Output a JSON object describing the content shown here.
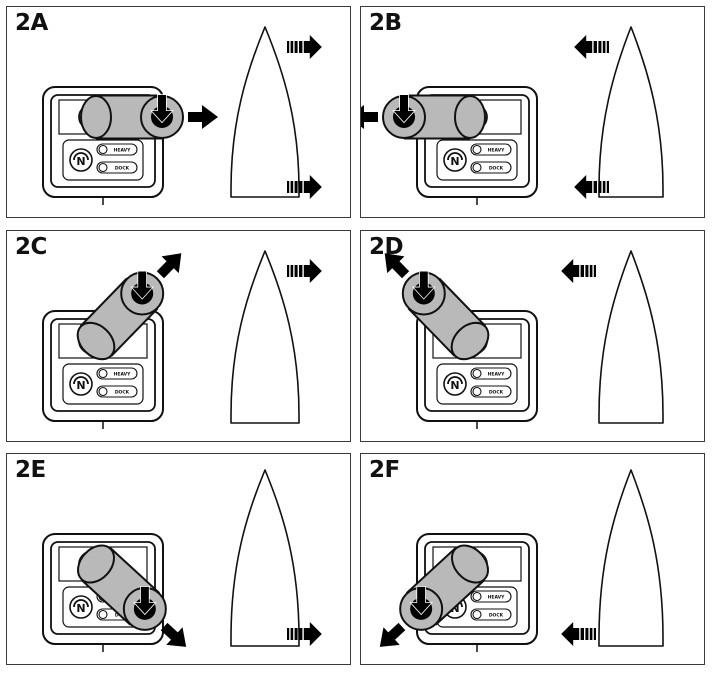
{
  "colors": {
    "outline": "#111111",
    "stick_gray": "#b9b9b9",
    "ball_black": "#000000",
    "panel_border": "#3a3a3a",
    "background": "#ffffff"
  },
  "panels": [
    {
      "label": "2A",
      "stick": "right",
      "vessel_arrows": [
        "right-top",
        "right-bottom"
      ]
    },
    {
      "label": "2B",
      "stick": "left",
      "vessel_arrows": [
        "left-top",
        "left-bottom"
      ]
    },
    {
      "label": "2C",
      "stick": "up-right",
      "vessel_arrows": [
        "right-top"
      ]
    },
    {
      "label": "2D",
      "stick": "up-left",
      "vessel_arrows": [
        "left-top"
      ]
    },
    {
      "label": "2E",
      "stick": "down-right",
      "vessel_arrows": [
        "right-bottom"
      ]
    },
    {
      "label": "2F",
      "stick": "down-left",
      "vessel_arrows": [
        "left-bottom"
      ]
    }
  ],
  "control_panel": {
    "neutral_label": "N",
    "button_labels": [
      "HEAVY",
      "DOCK"
    ]
  },
  "icons": {
    "thrust_arrow": "striped-arrow-icon",
    "push_arrow": "push-down-icon",
    "direction_arrow": "direction-arrow-icon"
  }
}
